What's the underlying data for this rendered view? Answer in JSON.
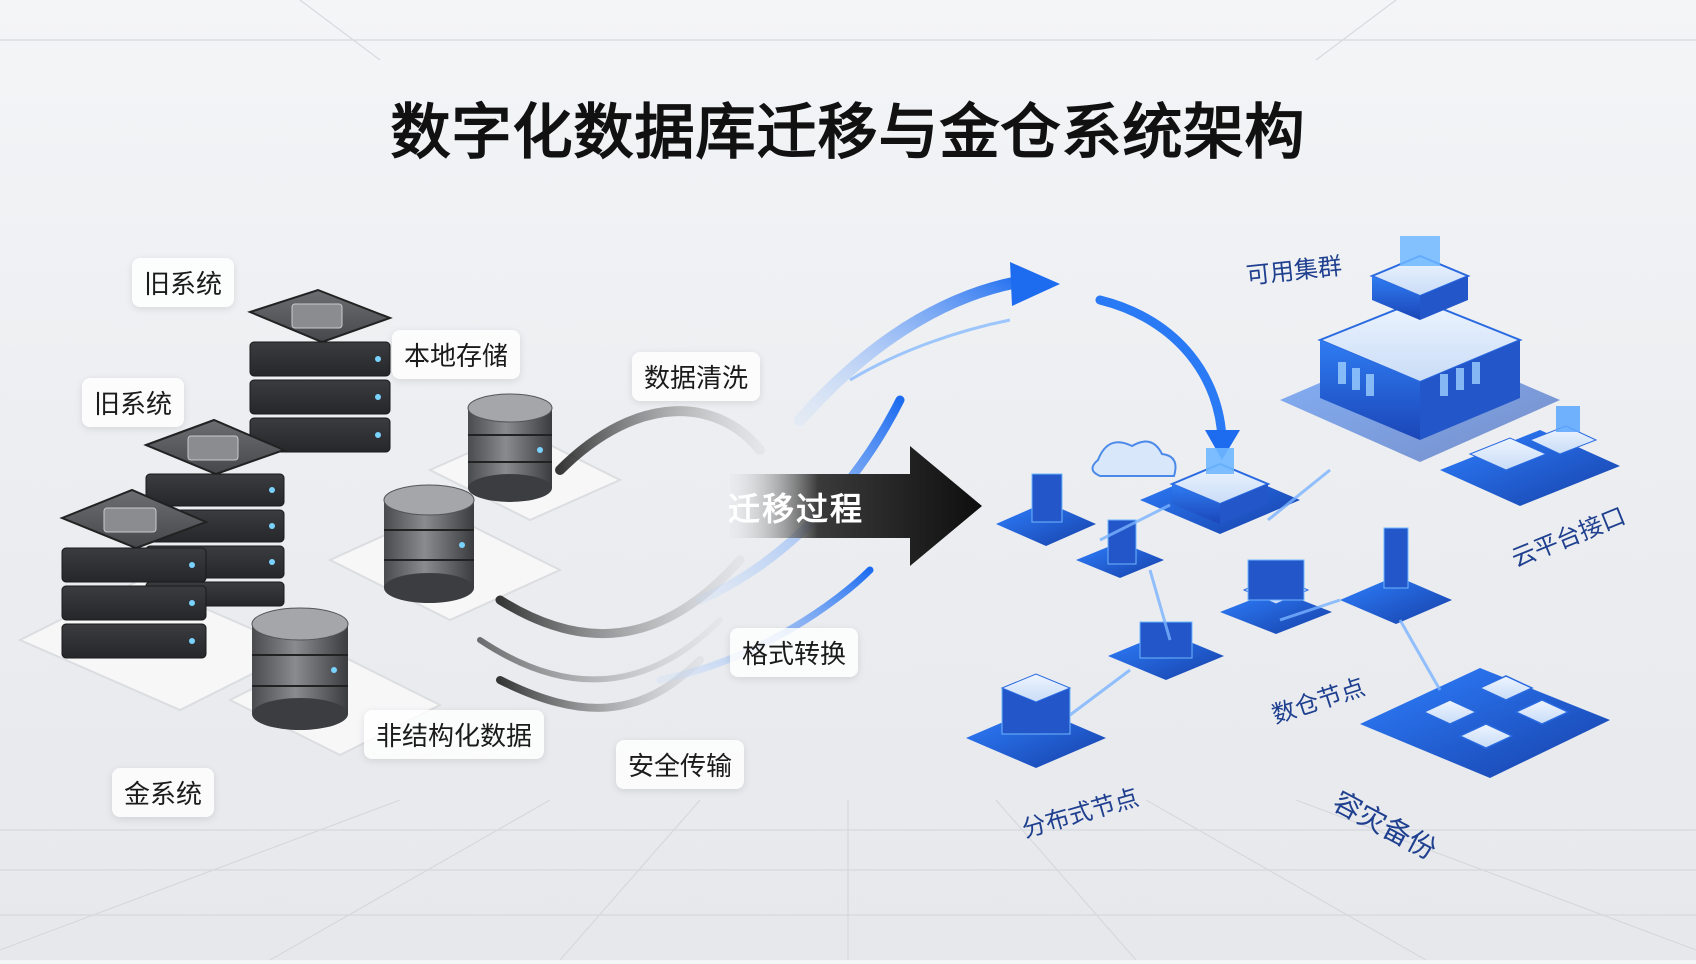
{
  "title": "数字化数据库迁移与金仓系统架构",
  "legacy": {
    "label_old_system_1": "旧系统",
    "label_old_system_2": "旧系统",
    "label_local_storage": "本地存储",
    "label_unstructured": "非结构化数据",
    "label_jin_system": "金系统"
  },
  "migration": {
    "label_data_cleaning": "数据清洗",
    "label_process": "迁移过程",
    "label_format_conversion": "格式转换",
    "label_secure_transfer": "安全传输"
  },
  "target": {
    "label_ha_cluster": "可用集群",
    "label_cloud_api": "云平台接口",
    "label_warehouse_node": "数仓节点",
    "label_distributed_node": "分布式节点",
    "label_dr_backup": "容灾备份"
  },
  "colors": {
    "title": "#111111",
    "legacy_server": "#3a3b3e",
    "target_blue": "#1f5fd6",
    "target_glow": "#4fa3ff",
    "label_blue": "#1f3f8f"
  }
}
